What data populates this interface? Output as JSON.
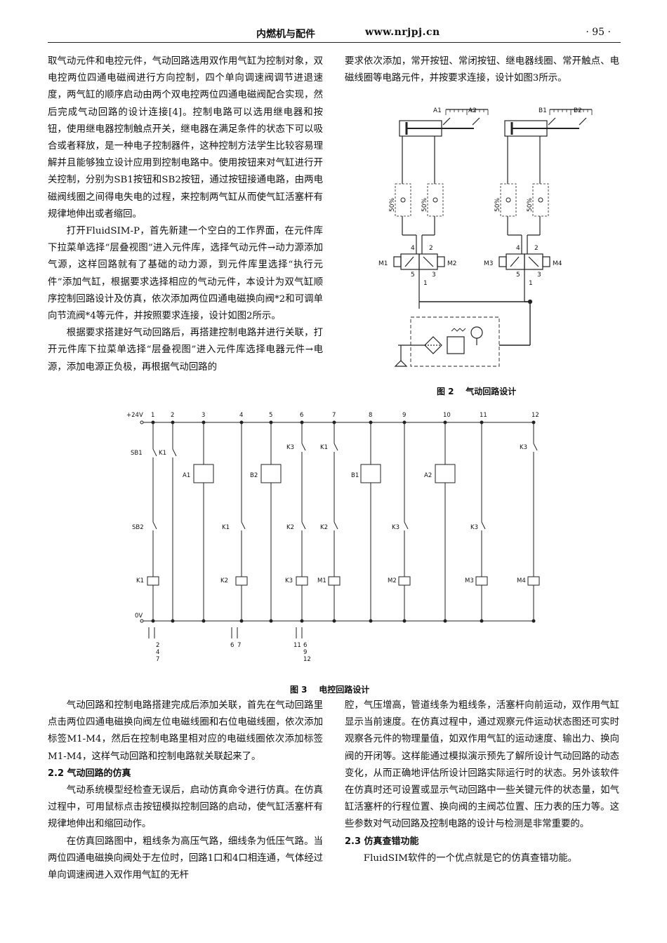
{
  "header": {
    "journal": "内燃机与配件",
    "url": "www.nrjpj.cn",
    "page": "· 95 ·"
  },
  "left_top": {
    "p1": "取气动元件和电控元件，气动回路选用双作用气缸为控制对象，双电控两位四通电磁阀进行方向控制，四个单向调速阀调节进退速度，两气缸的顺序启动由两个双电控两位四通电磁阀配合实现，然后完成气动回路的设计连接[4]。控制电路可以选用继电器和按钮，使用继电器控制触点开关，继电器在满足条件的状态下可以吸合或者释放，是一种电子控制器件，这种控制方法学生比较容易理解并且能够独立设计应用到控制电路中。使用按钮来对气缸进行开关控制，分别为SB1按钮和SB2按钮，通过按钮接通电路，由两电磁阀线圈之间得电失电的过程，来控制两气缸从而使气缸活塞杆有规律地伸出或者缩回。",
    "p2": "打开FluidSIM-P，首先新建一个空白的工作界面，在元件库下拉菜单选择“层叠视图”进入元件库，选择气动元件→动力源添加气源，这样回路就有了基础的动力源，到元件库里选择“执行元件”添加气缸，根据要求选择相应的气动元件，本设计为双气缸顺序控制回路设计及仿真，依次添加两位四通电磁换向阀*2和可调单向节流阀*4等元件，并按照要求连接，设计如图2所示。",
    "p3": "根据要求搭建好气动回路后，再搭建控制电路并进行关联，打开元件库下拉菜单选择“层叠视图”进入元件库选择电器元件→电源，添加电源正负极，再根据气动回路的"
  },
  "right_top": {
    "p1": "要求依次添加，常开按钮、常闭按钮、继电器线圈、常开触点、电磁线圈等电路元件，并按要求连接，设计如图3所示。"
  },
  "fig2": {
    "caption": "图 2    气动回路设计",
    "cyl_labels": [
      "A1",
      "A2",
      "B1",
      "B2"
    ],
    "valve_labels": [
      "M1",
      "M2",
      "M3",
      "M4"
    ],
    "port_labels": [
      "4",
      "2",
      "5",
      "3",
      "1"
    ],
    "throttle_pct": "50%"
  },
  "fig3": {
    "caption": "图 3    电控回路设计",
    "supply_pos": "+24V",
    "supply_neg": "0V",
    "columns": [
      "1",
      "2",
      "3",
      "4",
      "5",
      "6",
      "7",
      "8",
      "9",
      "10",
      "11",
      "12"
    ],
    "contacts": [
      "SB1",
      "K1",
      "K3",
      "K1",
      "K3",
      "SB2",
      "K1",
      "K2",
      "K2",
      "K3",
      "K3"
    ],
    "coils": [
      "K1",
      "K2",
      "K3",
      "M1",
      "M2",
      "M3",
      "M4"
    ],
    "switches": [
      "A1",
      "B2",
      "B1",
      "A2"
    ],
    "xref1": [
      "2",
      "4",
      "7"
    ],
    "xref2": [
      "6",
      "7"
    ],
    "xref3": [
      "11",
      "6",
      "9",
      "12"
    ]
  },
  "bottom_left": {
    "p1": "气动回路和控制电路搭建完成后添加关联，首先在气动回路里点击两位四通电磁换向阀左位电磁线圈和右位电磁线圈，依次添加标签M1-M4，然后在控制电路里相对应的电磁线圈依次添加标签M1-M4，这样气动回路和控制电路就关联起来了。",
    "h22": "2.2    气动回路的仿真",
    "p2": "气动系统模型经检查无误后，启动仿真命令进行仿真。在仿真过程中，可用鼠标点击按钮模拟控制回路的启动，使气缸活塞杆有规律地伸出和缩回动作。",
    "p3": "在仿真回路图中，粗线条为高压气路，细线条为低压气路。当两位四通电磁换向阀处于左位时，回路1口和4口相连通，气体经过单向调速阀进入双作用气缸的无杆"
  },
  "bottom_right": {
    "p1": "腔，气压增高，管道线条为粗线条，活塞杆向前运动，双作用气缸显示当前速度。在仿真过程中，通过观察元件运动状态图还可实时观察各元件的物理量值，如双作用气缸的运动速度、输出力、换向阀的开闭等。这样能通过模拟演示预先了解所设计气动回路的动态变化，从而正确地评估所设计回路实际运行时的状态。另外该软件在仿真时还可设置或显示气动回路中一些关键元件的状态量，如气缸活塞杆的行程位置、换向阀的主阀芯位置、压力表的压力等。这些参数对气动回路及控制电路的设计与检测是非常重要的。",
    "h23": "2.3    仿真查错功能",
    "p2": "FluidSIM软件的一个优点就是它的仿真查错功能。"
  }
}
